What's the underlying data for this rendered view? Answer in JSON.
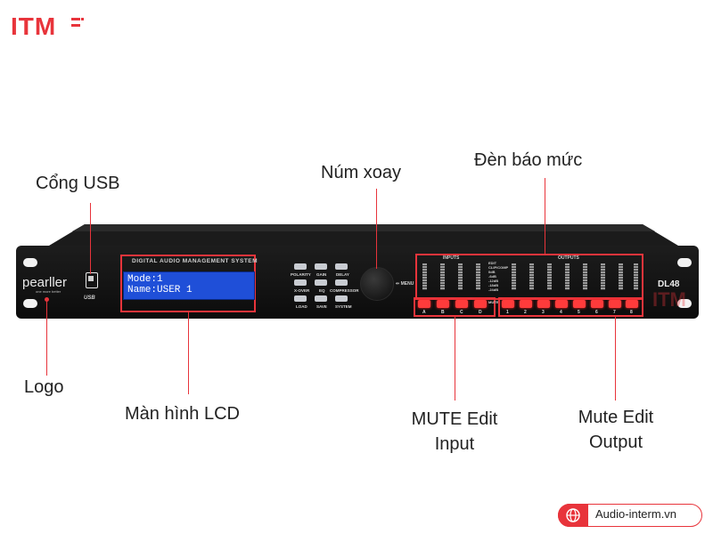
{
  "brand": {
    "name": "ITM"
  },
  "labels": {
    "usb": "Cổng USB",
    "knob": "Núm xoay",
    "meters": "Đèn báo mức",
    "logo": "Logo",
    "lcd": "Màn hình LCD",
    "mute_input_l1": "MUTE Edit",
    "mute_input_l2": "Input",
    "mute_output_l1": "Mute Edit",
    "mute_output_l2": "Output"
  },
  "device": {
    "logo_text": "pearller",
    "logo_tag": "one more better",
    "usb_caption": "USB",
    "lcd_title": "DIGITAL AUDIO MANAGEMENT SYSTEM",
    "lcd_line1": "Mode:1",
    "lcd_line2": "Name:USER 1",
    "buttons": [
      "POLARITY",
      "GAIN",
      "DELAY",
      "X-OVER",
      "EQ",
      "COMPRESSOR",
      "LOAD",
      "SAVE",
      "SYSTEM"
    ],
    "menu_label": "MENU",
    "inputs_label": "INPUTS",
    "outputs_label": "OUTPUTS",
    "edit_label": "EDIT",
    "clip_label": "CLIP/COMP",
    "meter_scale": [
      "0dB",
      "-6dB",
      "-12dB",
      "-18dB",
      "-24dB"
    ],
    "mute_label": "MUTE",
    "input_channels": [
      "A",
      "B",
      "C",
      "D"
    ],
    "output_channels": [
      "1",
      "2",
      "3",
      "4",
      "5",
      "6",
      "7",
      "8"
    ],
    "model": "DL48"
  },
  "footer": {
    "site": "Audio-interm.vn",
    "icon": "globe-icon"
  },
  "colors": {
    "accent": "#e8343b",
    "lcd": "#1f4fd8"
  }
}
